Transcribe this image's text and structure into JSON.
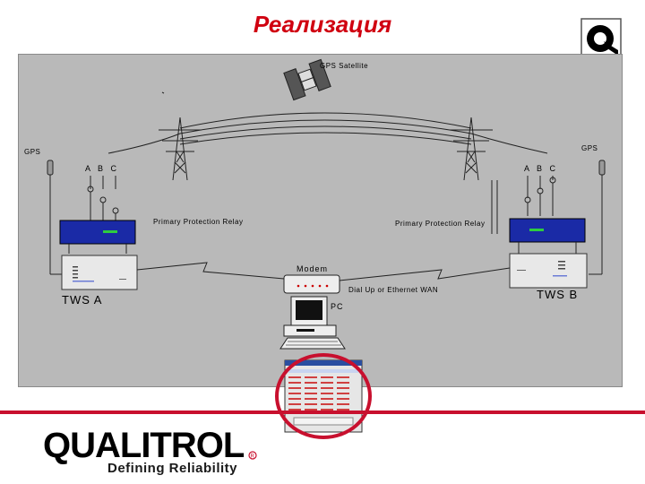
{
  "slide": {
    "title": "Реализация"
  },
  "diagram": {
    "gps_satellite_label": "GPS Satellite",
    "gps_left_label": "GPS",
    "gps_right_label": "GPS",
    "phases_left": "A B C",
    "phases_right": "A B C",
    "relay_left_label": "Primary Protection Relay",
    "relay_right_label": "Primary Protection Relay",
    "modem_label": "Modem",
    "wan_label": "Dial Up or Ethernet WAN",
    "pc_label": "PC",
    "tws_a_label": "TWS A",
    "tws_b_label": "TWS B"
  },
  "branding": {
    "logo_text": "QUALITROL",
    "tagline": "Defining Reliability",
    "accent_color": "#c8102e",
    "relay_color": "#1a2aa6"
  }
}
